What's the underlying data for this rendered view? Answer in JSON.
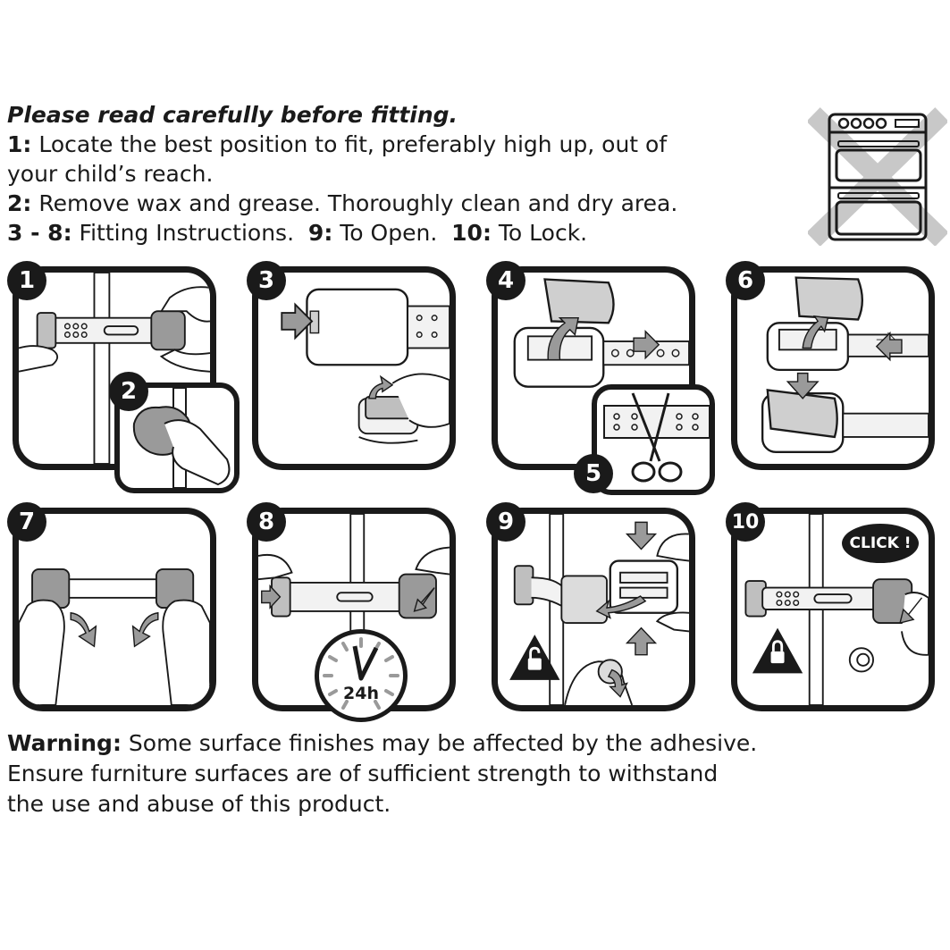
{
  "intro": {
    "title": "Please read carefully before fitting.",
    "lines": [
      {
        "label": "1:",
        "text": " Locate the best position to fit, preferably high up, out of"
      },
      {
        "label": "",
        "text": "your child’s reach."
      },
      {
        "label": "2:",
        "text": " Remove wax and grease. Thoroughly clean and dry area."
      }
    ],
    "steps_line": {
      "a_label": "3 - 8:",
      "a_text": " Fitting Instructions.  ",
      "b_label": "9:",
      "b_text": " To Open.  ",
      "c_label": "10:",
      "c_text": " To Lock."
    }
  },
  "panels": {
    "p1": "1",
    "p2": "2",
    "p3": "3",
    "p4": "4",
    "p5": "5",
    "p6": "6",
    "p7": "7",
    "p8": "8",
    "p9": "9",
    "p10": "10"
  },
  "click_text": "CLICK !",
  "clock_text": "24h",
  "warning": {
    "label": "Warning:",
    "line1": " Some surface finishes may be affected by the adhesive.",
    "line2": "Ensure furniture surfaces are of sufficient strength to withstand",
    "line3": "the use and abuse of this product."
  },
  "icons": [
    "oven-crossed-icon",
    "padlock-warning-icon",
    "scissors-icon",
    "arrow-icon",
    "hand-icon"
  ]
}
